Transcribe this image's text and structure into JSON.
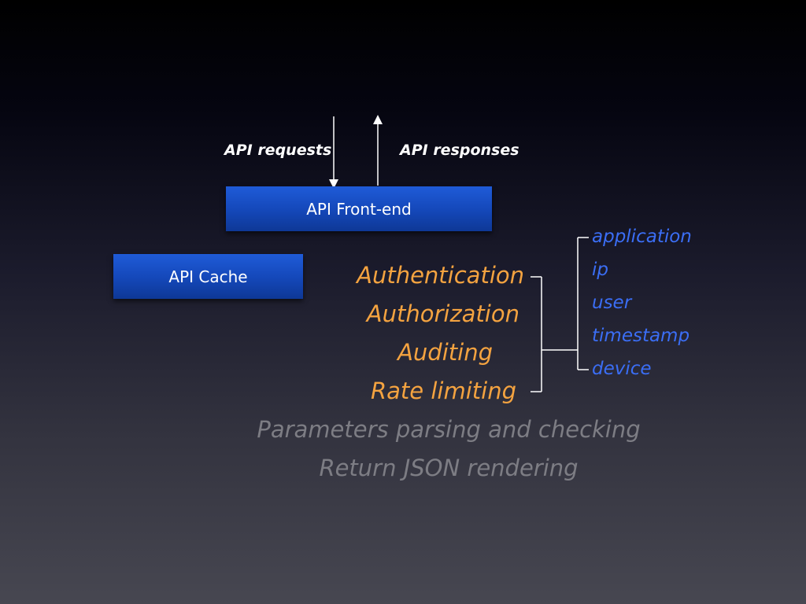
{
  "arrows": {
    "requests_label": "API requests",
    "responses_label": "API responses"
  },
  "boxes": {
    "front_end": "API Front-end",
    "cache": "API Cache"
  },
  "stages": [
    "Authentication",
    "Authorization",
    "Auditing",
    "Rate limiting"
  ],
  "other_steps": [
    "Parameters parsing and checking",
    "Return JSON rendering"
  ],
  "auth_fields": [
    "application",
    "ip",
    "user",
    "timestamp",
    "device"
  ],
  "colors": {
    "box_blue": "#1a52c9",
    "stage_orange": "#f4a340",
    "field_blue": "#3b6ef5",
    "muted_grey": "#7d7d84",
    "line_white": "#ffffff"
  }
}
